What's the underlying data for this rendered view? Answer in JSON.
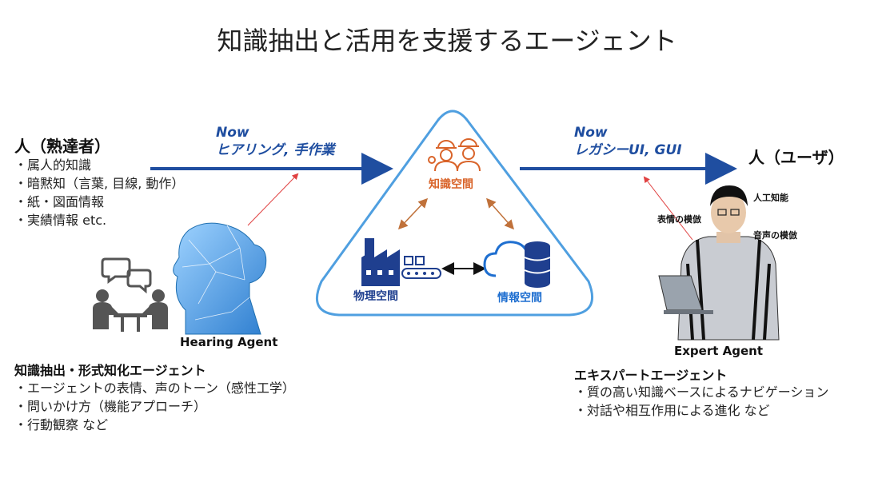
{
  "title": "知識抽出と活用を支援するエージェント",
  "left": {
    "heading": "人（熟達者）",
    "items": [
      "属人的知識",
      "暗黙知（言葉, 目線, 動作）",
      "紙・図面情報",
      "実績情報 etc."
    ],
    "now_label": "Now",
    "now_text": "ヒアリング, 手作業",
    "agent_label": "Hearing Agent",
    "agent_heading": "知識抽出・形式知化エージェント",
    "agent_items": [
      "エージェントの表情、声のトーン（感性工学）",
      "問いかけ方（機能アプローチ）",
      "行動観察 など"
    ]
  },
  "center": {
    "knowledge_space": "知識空間",
    "physical_space": "物理空間",
    "info_space": "情報空間"
  },
  "right": {
    "heading": "人（ユーザ）",
    "now_label": "Now",
    "now_text": "レガシーUI, GUI",
    "agent_label": "Expert Agent",
    "ann_ai": "人工知能",
    "ann_face": "表情の模倣",
    "ann_voice": "音声の模倣",
    "agent_heading": "エキスパートエージェント",
    "agent_items": [
      "質の高い知識ベースによるナビゲーション",
      "対話や相互作用による進化 など"
    ]
  },
  "colors": {
    "arrow": "#1f4ea0",
    "triangle": "#4f9fe0",
    "orange": "#d9642a",
    "accent_red": "#e04040"
  }
}
